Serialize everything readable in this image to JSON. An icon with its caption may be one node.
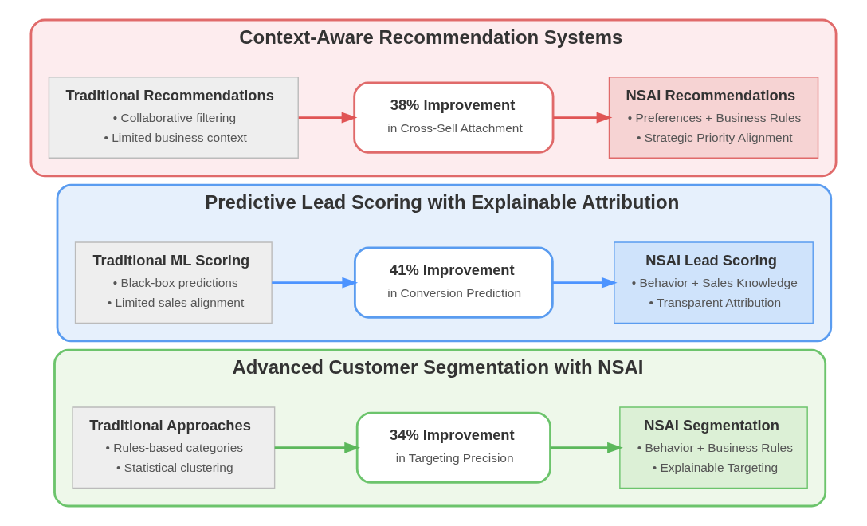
{
  "diagram": {
    "nodes": [
      {
        "text": [
          "Advanced Customer Segmentation with NSAI"
        ]
      },
      {
        "text": [
          "Traditional Approaches",
          "• Rules-based categories",
          "• Statistical clustering"
        ],
        "in": 0
      },
      {
        "text": [
          "34% Improvement",
          "in Targeting Precision"
        ],
        "in": 0
      },
      {
        "text": [
          "NSAI Segmentation",
          "• Behavior + Business Rules",
          "• Explainable Targeting"
        ],
        "in": 0
      },
      {
        "text": [
          "Predictive Lead Scoring with Explainable Attribution"
        ]
      },
      {
        "text": [
          "Traditional ML Scoring",
          "• Black-box predictions",
          "• Limited sales alignment"
        ],
        "in": 4
      },
      {
        "text": [
          "41% Improvement",
          "in Conversion Prediction"
        ],
        "in": 4
      },
      {
        "text": [
          "NSAI Lead Scoring",
          "• Behavior + Sales Knowledge",
          "• Transparent Attribution"
        ],
        "in": 4
      },
      {
        "text": [
          "Context-Aware Recommendation Systems"
        ]
      },
      {
        "text": [
          "Traditional Recommendations",
          "• Collaborative filtering",
          "• Limited business context"
        ],
        "in": 8
      },
      {
        "text": [
          "38% Improvement",
          "in Cross-Sell Attachment"
        ],
        "in": 8
      },
      {
        "text": [
          "NSAI Recommendations",
          "• Preferences + Business Rules",
          "• Strategic Priority Alignment"
        ],
        "in": 8
      }
    ],
    "edges": [
      {
        "from": 1,
        "to": 2,
        "arrow": "to",
        "color": "#5cb85c"
      },
      {
        "from": 2,
        "to": 3,
        "arrow": "to",
        "color": "#5cb85c"
      },
      {
        "from": 5,
        "to": 6,
        "arrow": "to",
        "color": "#4d94ff"
      },
      {
        "from": 6,
        "to": 7,
        "arrow": "to",
        "color": "#4d94ff"
      },
      {
        "from": 9,
        "to": 10,
        "arrow": "to",
        "color": "#e05555"
      },
      {
        "from": 10,
        "to": 11,
        "arrow": "to",
        "color": "#e05555"
      }
    ]
  }
}
